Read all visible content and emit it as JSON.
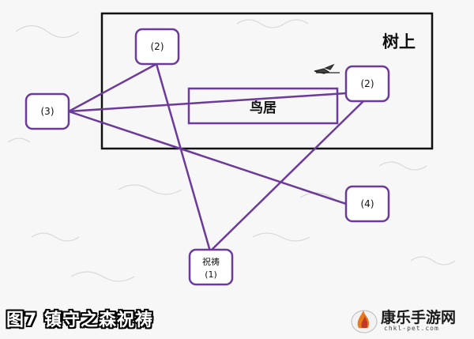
{
  "diagram": {
    "region_label": "树上",
    "torii_label": "鸟居",
    "nodes": {
      "top_left": "(2)",
      "top_right": "(2)",
      "left": "(3)",
      "right": "(4)",
      "bottom_line1": "祝祷",
      "bottom_line2": "(1)"
    },
    "colors": {
      "node_border": "#6b3a9a",
      "line": "#6b3a9a",
      "frame": "#111111"
    }
  },
  "caption": {
    "title": "图7 镇守之森祝祷"
  },
  "watermark": {
    "name": "康乐手游网",
    "url": "chkl-pet.com",
    "icon": "flame-logo-icon"
  }
}
